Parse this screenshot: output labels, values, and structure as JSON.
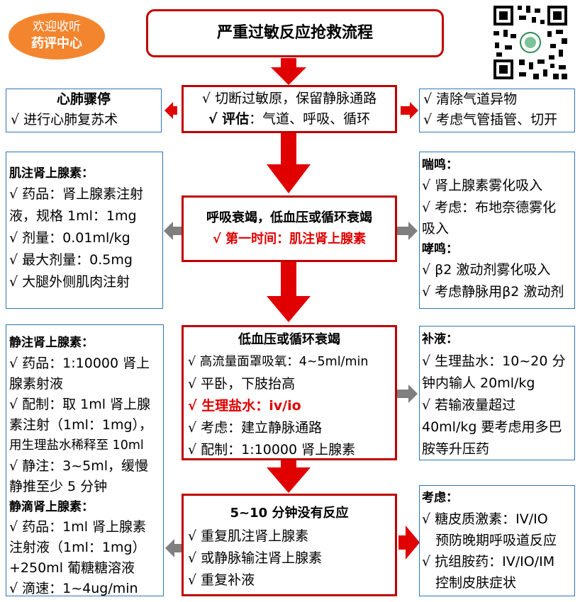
{
  "badge": {
    "line1": "欢迎收听",
    "line2": "药评中心"
  },
  "title": "严重过敏反应抢救流程",
  "colors": {
    "primary_red": "#c00000",
    "arrow_red": "#e00000",
    "box_blue": "#2e75b6",
    "arrow_gray": "#7f7f7f",
    "badge_orange": "#f4852f"
  },
  "step1": {
    "line1": "√ 切断过敏原，保留静脉通路",
    "line2_bold": "√ 评估",
    "line2_rest": "：气道、呼吸、循环"
  },
  "arrest": {
    "title": "心肺骤停",
    "line1": "√ 进行心肺复苏术"
  },
  "airway": {
    "line1": "√ 清除气道异物",
    "line2": "√ 考虑气管插管、切开"
  },
  "step2": {
    "line1": "呼吸衰竭，低血压或循环衰竭",
    "line2": "√ 第一时间：肌注肾上腺素"
  },
  "im_epi": {
    "title": "肌注肾上腺素：",
    "lines": [
      "√ 药品：肾上腺素注射",
      "液，规格 1ml：1mg",
      "√ 剂量：0.01ml/kg",
      "√ 最大剂量：0.5mg",
      "√ 大腿外侧肌肉注射"
    ]
  },
  "wheeze": {
    "title1": "喘鸣：",
    "lines1": [
      "√ 肾上腺素雾化吸入",
      "√ 考虑：布地奈德雾化",
      "吸入"
    ],
    "title2": "哮鸣：",
    "lines2": [
      "√ β2 激动剂雾化吸入",
      "√ 考虑静脉用β2 激动剂"
    ]
  },
  "step3": {
    "title": "低血压或循环衰竭",
    "line1": "√ 高流量面罩吸氧：4~5ml/min",
    "line2": "√ 平卧，下肢抬高",
    "line3": "√ 生理盐水：iv/io",
    "line4": "√ 考虑：建立静脉通路",
    "line5": "√ 配制：1:10000 肾上腺素"
  },
  "iv_epi": {
    "title1": "静注肾上腺素：",
    "lines1": [
      "√ 药品：1:10000 肾上",
      "腺素射液",
      "√ 配制：取 1ml 肾上腺",
      "素注射（1ml：1mg），",
      "用生理盐水稀释至 10ml",
      "√ 静注：3~5ml，缓慢",
      "静推至少 5 分钟"
    ],
    "title2": "静滴肾上腺素：",
    "lines2": [
      "√ 药品：1ml 肾上腺素",
      "注射液（1ml：1mg）",
      "+250ml 葡糖糖溶液",
      "√ 滴速：1~4ug/min"
    ]
  },
  "fluid": {
    "title": "补液：",
    "lines": [
      "√ 生理盐水：10~20 分",
      "钟内输人 20ml/kg",
      "√ 若输液量超过",
      "40ml/kg 要考虑用多巴",
      "胺等升压药"
    ]
  },
  "step4": {
    "title": "5~10 分钟没有反应",
    "lines": [
      "√ 重复肌注肾上腺素",
      "√ 或静脉输注肾上腺素",
      "√ 重复补液"
    ]
  },
  "consider": {
    "title": "考虑：",
    "lines": [
      "√ 糖皮质激素：IV/IO",
      "预防晚期呼吸道反应",
      "√ 抗组胺药：IV/IO/IM",
      "控制皮肤症状"
    ]
  }
}
